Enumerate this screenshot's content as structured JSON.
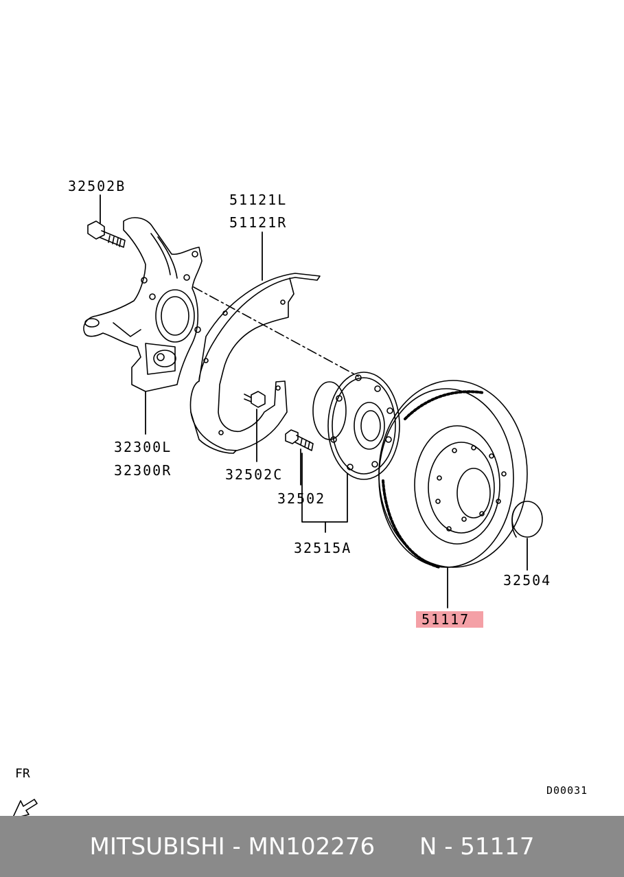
{
  "labels": {
    "bolt_top": "32502B",
    "shield_l": "51121L",
    "shield_r": "51121R",
    "knuckle_l": "32300L",
    "knuckle_r": "32300R",
    "bolt_small": "32502C",
    "hub_bolt": "32502",
    "hub_assy": "32515A",
    "cap": "32504",
    "rotor": "51117"
  },
  "colors": {
    "highlight": "#f4a0a6",
    "footer_bg": "#8a8a8a",
    "footer_text": "#ffffff"
  },
  "fr_label": "FR",
  "diagram_code": "D00031",
  "footer": {
    "brand": "MITSUBISHI - MN102276",
    "ref": "N - 51117"
  }
}
